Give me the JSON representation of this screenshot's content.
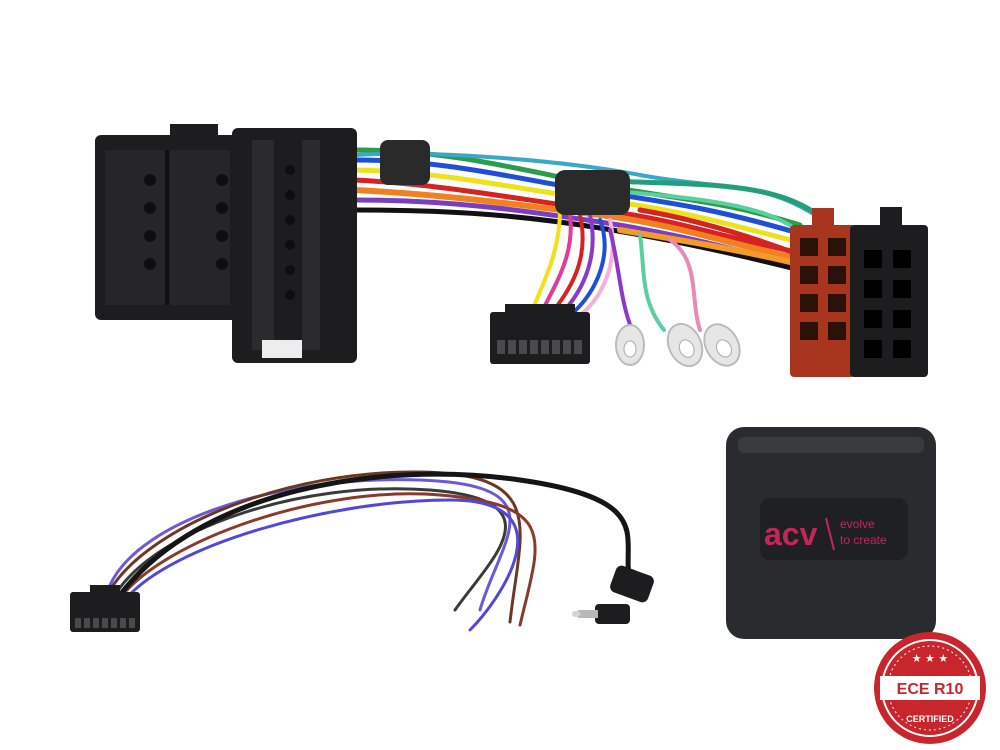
{
  "product": {
    "module": {
      "brand": "acv",
      "tagline_line1": "evolve",
      "tagline_line2": "to create"
    },
    "seal": {
      "label": "ECE R10",
      "sublabel": "CERTIFIED",
      "stars": "★ ★ ★",
      "color": "#c8252c"
    }
  },
  "colors": {
    "connector_black": "#1d1d1f",
    "connector_red": "#a8351e",
    "module_body": "#2a2b2e",
    "brand_pink": "#c4265a"
  }
}
